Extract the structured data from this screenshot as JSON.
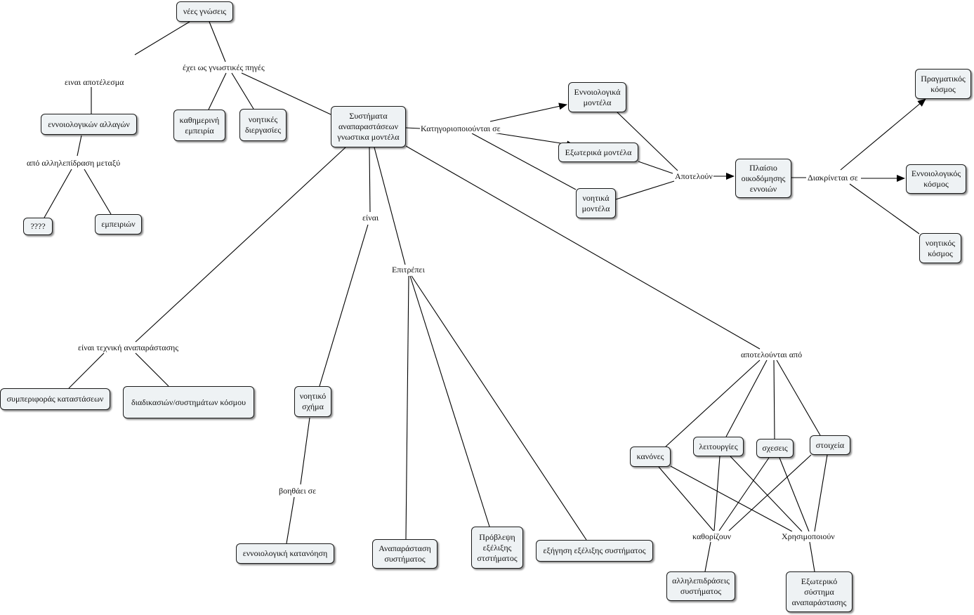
{
  "concepts": {
    "new_knowledge": "νέες γνώσεις",
    "conceptual_changes": "εννοιολογικών αλλαγών",
    "q_marks": "????",
    "experiences": "εμπειριών",
    "daily_experience": "καθημερινή\nεμπειρία",
    "mental_processes": "νοητικές\nδιεργασίες",
    "representation_systems": "Συστήματα\nαναπαραστάσεων\nγνωστικα μοντέλα",
    "conceptual_models": "Εννοιολογικά\nμοντέλα",
    "external_models": "Εξωτερικά μοντέλα",
    "mental_models": "νοητικά\nμοντέλα",
    "concept_framework": "Πλαίσιο\nοικοδόμησης\nεννοιών",
    "real_world": "Πραγματικός\nκόσμος",
    "conceptual_world": "Εννοιολογικός\nκόσμος",
    "mental_world": "νοητικός\nκόσμος",
    "state_behavior": "συμπεριφοράς καταστάσεων",
    "world_processes": "διαδικασιών/συστημάτων κόσμου",
    "mental_schema": "νοητικό\nσχήμα",
    "conceptual_understanding": "εννοιολογική κατανόηση",
    "system_representation": "Αναπαράσταση\nσυστήματος",
    "system_prediction": "Πρόβλεψη\nεξέλιξης\nστστήματος",
    "system_explanation": "εξήγηση εξέλιξης συστήματος",
    "rules": "κανόνες",
    "functions": "λειτουργίες",
    "relations": "σχεσεις",
    "elements": "στοιχεία",
    "system_interactions": "αλληλεπιδράσεις\nσυστήματος",
    "external_system": "Εξωτερικό\nσύστημα\nαναπαράστασης"
  },
  "links": {
    "is_result": "ειναι αποτέλεσμα",
    "from_interaction": "από αλληλεπίδραση μεταξύ",
    "has_sources": "έχει ως γνωστικές πηγές",
    "categorized": "Κατηγοριοποιούνται σε",
    "constitute": "Αποτελούν",
    "distinguished": "Διακρίνεται σε",
    "is_technique": "είναι τεχνική αναπαράστασης",
    "is": "είναι",
    "helps": "βοηθάει σε",
    "allows": "Επιτρέπει",
    "consist_of": "αποτελούνται από",
    "determine": "καθορίζουν",
    "use": "Χρησιμοποιούν"
  }
}
